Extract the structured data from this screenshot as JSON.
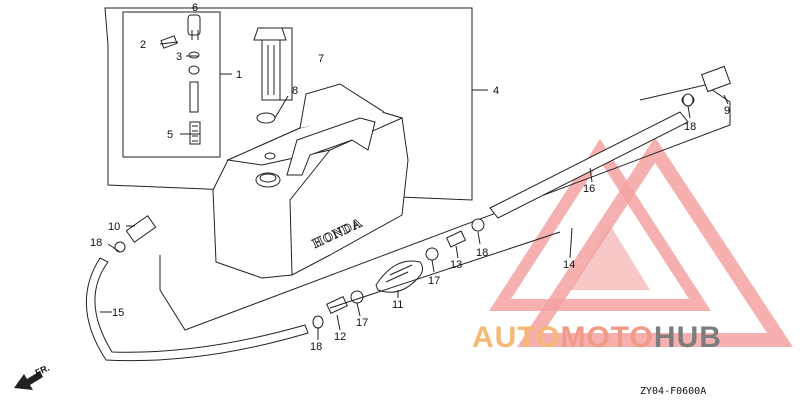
{
  "diagram": {
    "callouts": [
      {
        "id": "c1",
        "text": "1"
      },
      {
        "id": "c2",
        "text": "2"
      },
      {
        "id": "c3",
        "text": "3"
      },
      {
        "id": "c4",
        "text": "4"
      },
      {
        "id": "c5",
        "text": "5"
      },
      {
        "id": "c6",
        "text": "6"
      },
      {
        "id": "c7",
        "text": "7"
      },
      {
        "id": "c8",
        "text": "8"
      },
      {
        "id": "c9",
        "text": "9"
      },
      {
        "id": "c10",
        "text": "10"
      },
      {
        "id": "c11",
        "text": "11"
      },
      {
        "id": "c12",
        "text": "12"
      },
      {
        "id": "c13",
        "text": "13"
      },
      {
        "id": "c14",
        "text": "14"
      },
      {
        "id": "c15",
        "text": "15"
      },
      {
        "id": "c16",
        "text": "16"
      },
      {
        "id": "c17a",
        "text": "17"
      },
      {
        "id": "c17b",
        "text": "17"
      },
      {
        "id": "c18a",
        "text": "18"
      },
      {
        "id": "c18b",
        "text": "18"
      },
      {
        "id": "c18c",
        "text": "18"
      },
      {
        "id": "c18d",
        "text": "18"
      }
    ],
    "tank_label": "HONDA",
    "direction_label": "FR.",
    "diagram_code": "ZY04-F0600A"
  },
  "watermark": {
    "part1": "AUTO",
    "part2": "MOTO",
    "part3": "HUB",
    "colors": {
      "auto": "#f5b976",
      "moto": "#f09a88",
      "hub": "#7d7d7d",
      "triangle": "#f4a2a2"
    }
  }
}
